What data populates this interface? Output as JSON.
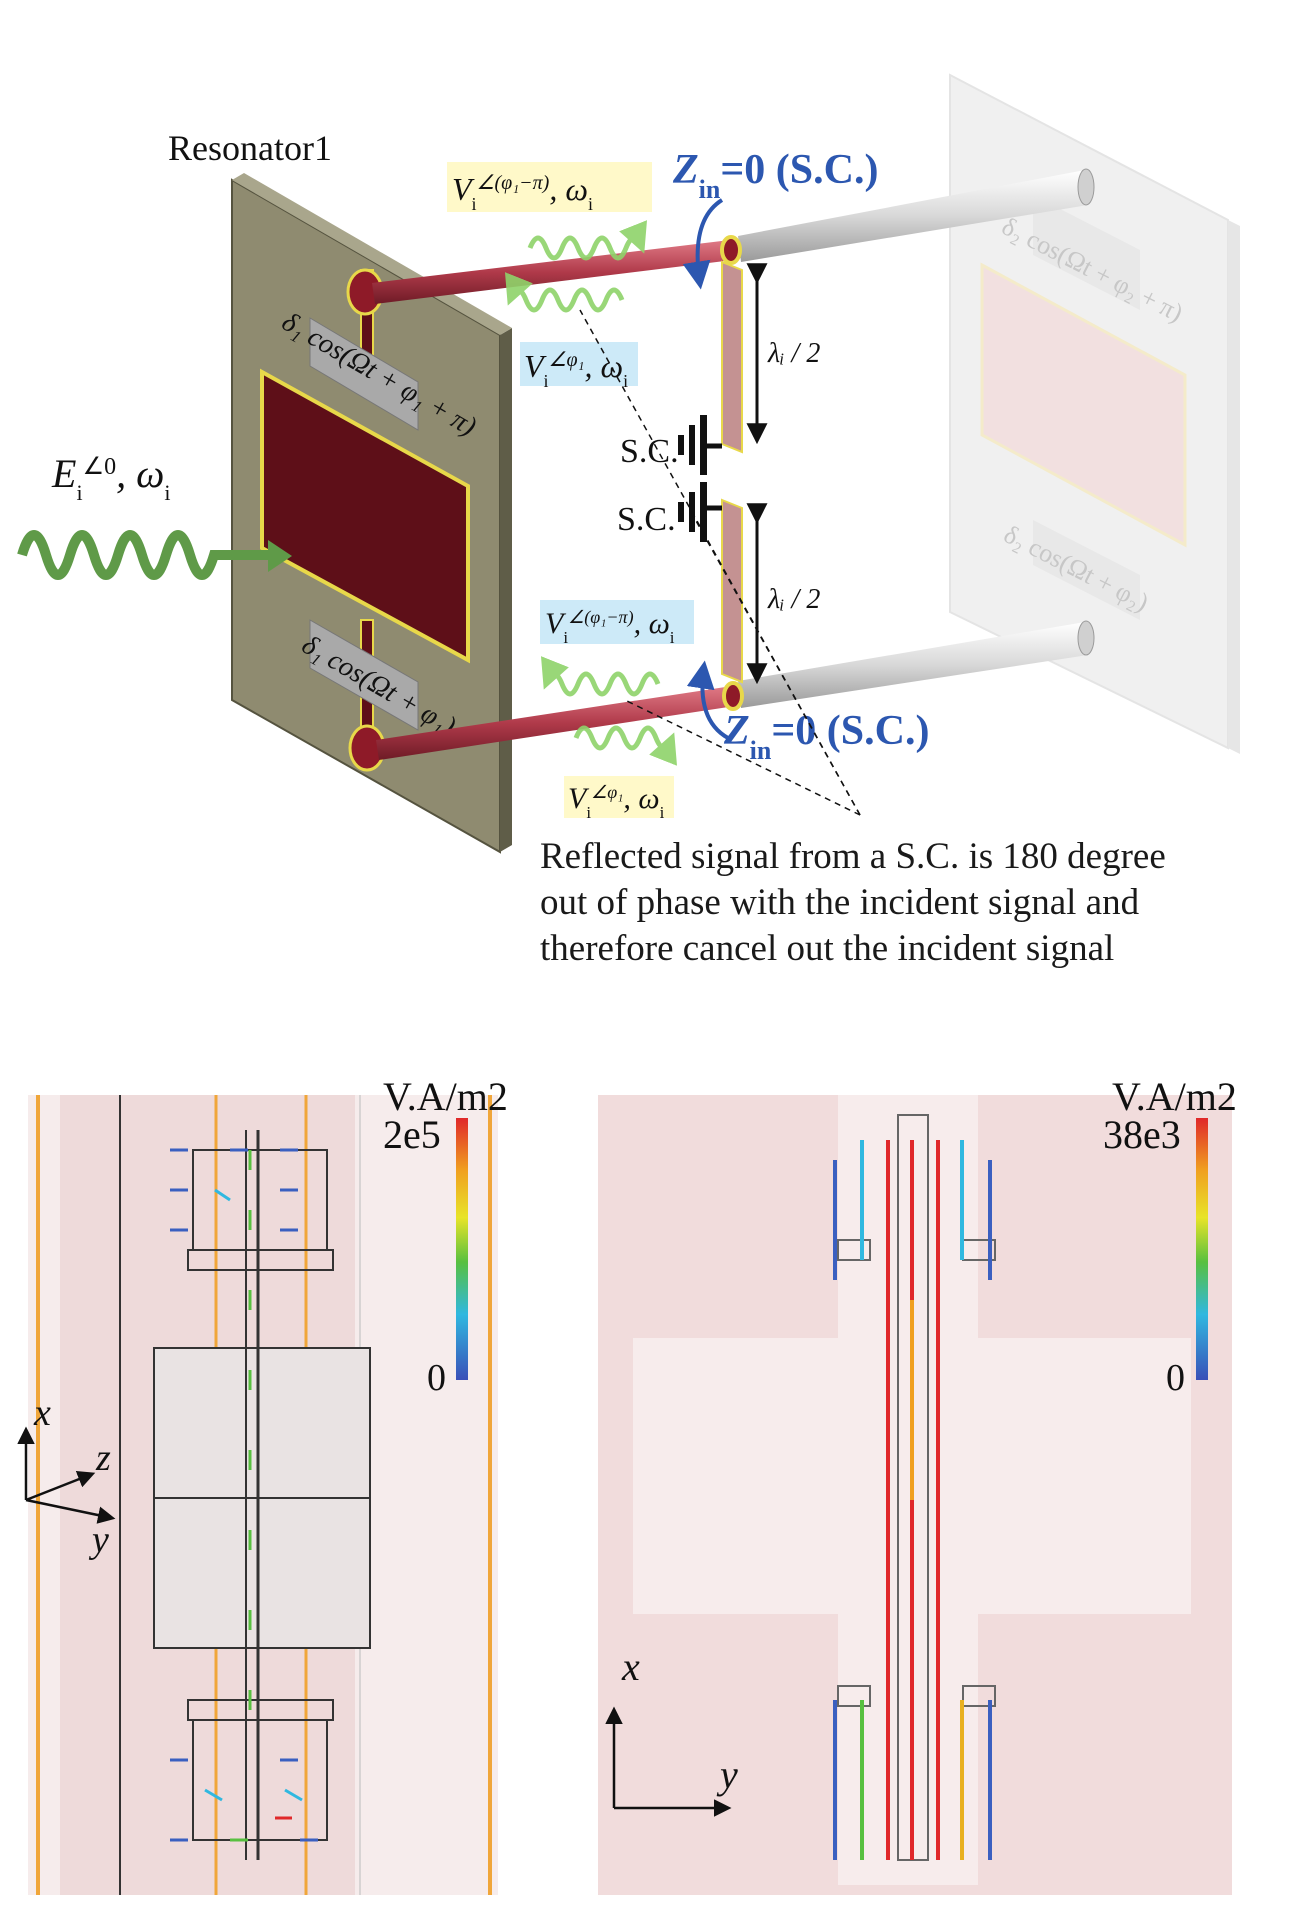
{
  "top_diagram": {
    "resonator_label": "Resonator1",
    "incident_field": {
      "symbol": "E",
      "sub": "i",
      "sup": "∠0",
      "tail": ", ω",
      "tail_sub": "i"
    },
    "modulation_top": "δ₁ cos(Ωt + φ₁ + π)",
    "modulation_bottom": "δ₁ cos(Ωt + φ₁)",
    "modulation_r2_top": "δ₂ cos(Ωt + φ₂ + π)",
    "modulation_r2_bottom": "δ₂ cos(Ωt + φ₂)",
    "wave_top_reflected": {
      "symbol": "V",
      "sub": "i",
      "sup": "∠(φ₁−π)",
      "tail": ", ω",
      "tail_sub": "i"
    },
    "wave_top_incident": {
      "symbol": "V",
      "sub": "i",
      "sup": "∠φ₁",
      "tail": ", ω",
      "tail_sub": "i"
    },
    "wave_bottom_reflected": {
      "symbol": "V",
      "sub": "i",
      "sup": "∠(φ₁−π)",
      "tail": ", ω",
      "tail_sub": "i"
    },
    "wave_bottom_incident": {
      "symbol": "V",
      "sub": "i",
      "sup": "∠φ₁",
      "tail": ", ω",
      "tail_sub": "i"
    },
    "zin_top": {
      "main": "Z",
      "sub": "in",
      "rest": "=0 (S.C.)"
    },
    "zin_bottom": {
      "main": "Z",
      "sub": "in",
      "rest": "=0 (S.C.)"
    },
    "half_wave_top": "λᵢ / 2",
    "half_wave_bottom": "λᵢ / 2",
    "sc_top": "S.C.",
    "sc_bottom": "S.C.",
    "caption_lines": [
      "Reflected signal from a S.C. is 180 degree",
      "out of phase with the incident signal and",
      "therefore cancel out the incident signal"
    ]
  },
  "field_plots": {
    "left": {
      "unit": "V.A/m2",
      "max_label": "2e5",
      "min_label": "0",
      "axis_x": "x",
      "axis_z": "z",
      "axis_y": "y"
    },
    "right": {
      "unit": "V.A/m2",
      "max_label": "38e3",
      "min_label": "0",
      "axis_x": "x",
      "axis_y": "y"
    }
  },
  "colors": {
    "panel": "#8f8b70",
    "patch": "#5e0f18",
    "gold": "#e8d84a",
    "rod": "#b03a4a",
    "wave": "#7fb069",
    "label_yellow": "#fff9c9",
    "label_blue": "#cdeaf8",
    "arrow_blue": "#2c57b0",
    "field_bg": "#f1dcdc"
  }
}
